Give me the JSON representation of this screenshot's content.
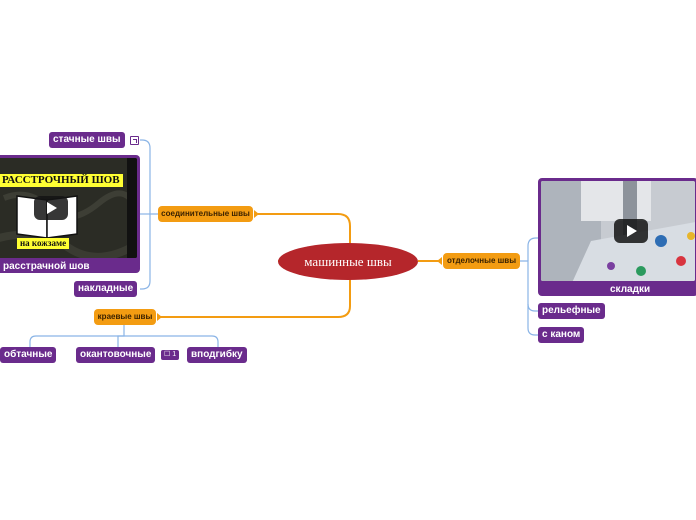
{
  "map": {
    "central": "машинные швы",
    "branches": {
      "joining": "соединительные швы",
      "edge": "краевые швы",
      "finishing": "отделочные швы"
    },
    "topics": {
      "stitched": "стачные швы",
      "flat_felled": "расстрачной шов",
      "overlay": "накладные",
      "hemmed": "обтачные",
      "bound": "окантовочные",
      "folded": "вподгибку",
      "pleats": "складки",
      "relief": "рельефные",
      "piped": "с каном"
    },
    "thumbnail": {
      "title": "РАССТРОЧНЫЙ ШОВ",
      "caption": "на кожзаме"
    },
    "comment_count": "1"
  },
  "colors": {
    "central": "#b5262b",
    "branch": "#f39c12",
    "topic": "#6a2b8c",
    "line_orange": "#f39c12",
    "line_blue": "#8ab4e6"
  }
}
